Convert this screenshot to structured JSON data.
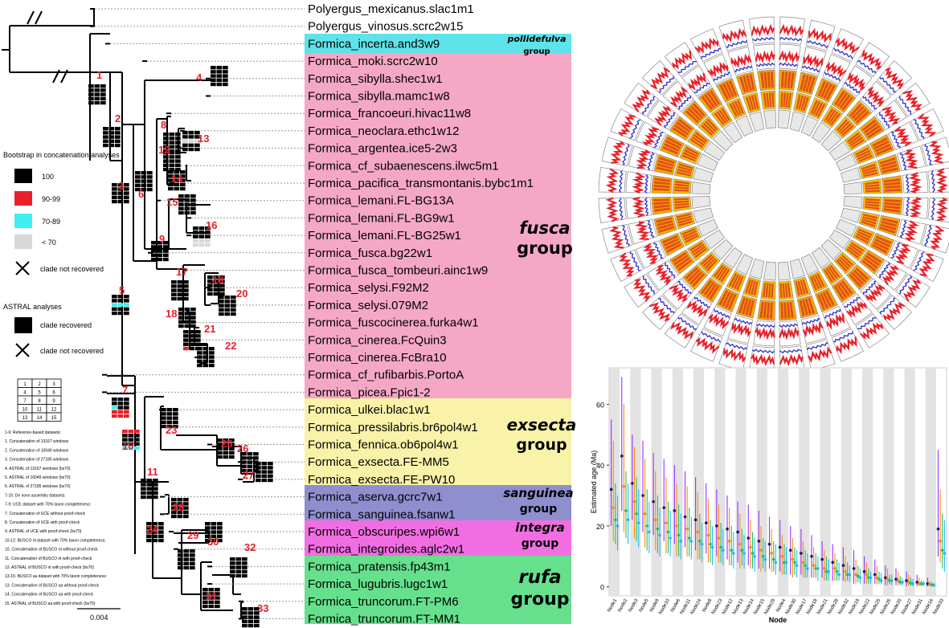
{
  "taxa": [
    "Polyergus_mexicanus.slac1m1",
    "Polyergus_vinosus.scrc2w15",
    "Formica_incerta.and3w9",
    "Formica_moki.scrc2w10",
    "Formica_sibylla.shec1w1",
    "Formica_sibylla.mamc1w8",
    "Formica_francoeuri.hivac11w8",
    "Formica_neoclara.ethc1w12",
    "Formica_argentea.ice5-2w3",
    "Formica_cf_subaenescens.ilwc5m1",
    "Formica_pacifica_transmontanis.bybc1m1",
    "Formica_lemani.FL-BG13A",
    "Formica_lemani.FL-BG9w1",
    "Formica_lemani.FL-BG25w1",
    "Formica_fusca.bg22w1",
    "Formica_fusca_tombeuri.ainc1w9",
    "Formica_selysi.F92M2",
    "Formica_selysi.079M2",
    "Formica_fuscocinerea.furka4w1",
    "Formica_cinerea.FcQuin3",
    "Formica_cinerea.FcBra10",
    "Formica_cf_rufibarbis.PortoA",
    "Formica_picea.Fpic1-2",
    "Formica_ulkei.blac1w1",
    "Formica_pressilabris.br6pol4w1",
    "Formica_fennica.ob6pol4w1",
    "Formica_exsecta.FE-MM5",
    "Formica_exsecta.FE-PW10",
    "Formica_aserva.gcrc7w1",
    "Formica_sanguinea.fsanw1",
    "Formica_obscuripes.wpi6w1",
    "Formica_integroides.aglc2w1",
    "Formica_pratensis.fp43m1",
    "Formica_lugubris.lugc1w1",
    "Formica_truncorum.FT-PM6",
    "Formica_truncorum.FT-MM1"
  ],
  "groups": [
    {
      "name": "pollidefulva",
      "word": "group",
      "color": "#5ee3ea"
    },
    {
      "name": "fusca",
      "word": "group",
      "color": "#f5a8c6"
    },
    {
      "name": "exsecta",
      "word": "group",
      "color": "#f8f3a8"
    },
    {
      "name": "sanguinea",
      "word": "group",
      "color": "#8f8fcf"
    },
    {
      "name": "integra",
      "word": "group",
      "color": "#f16ee2"
    },
    {
      "name": "rufa",
      "word": "group",
      "color": "#66e08c"
    }
  ],
  "node_numbers": [
    "1",
    "2",
    "3",
    "4",
    "5",
    "6",
    "7",
    "8",
    "9",
    "10",
    "11",
    "12",
    "13",
    "14",
    "15",
    "16",
    "17",
    "18",
    "19",
    "20",
    "21",
    "22",
    "23",
    "24",
    "25",
    "26",
    "27",
    "28",
    "29",
    "30",
    "31",
    "32",
    "33"
  ],
  "legend": {
    "bootstrap_title": "Bootstrap in concatenation analyses",
    "bs_items": [
      {
        "label": "100",
        "color": "#000000"
      },
      {
        "label": "90-99",
        "color": "#e8202a"
      },
      {
        "label": "70-89",
        "color": "#3ff0f0"
      },
      {
        "label": "< 70",
        "color": "#d8d8d8"
      }
    ],
    "bs_not_recovered": "clade not recovered",
    "astral_title": "ASTRAL analyses",
    "astral_recovered": "clade recovered",
    "astral_not_recovered": "clade not recovered",
    "grid_key": [
      "1",
      "2",
      "3",
      "4",
      "5",
      "6",
      "7",
      "8",
      "9",
      "10",
      "11",
      "12",
      "13",
      "14",
      "15"
    ],
    "dataset_notes": [
      "1-6: Reference-based datasets:",
      "1. Concatenation of 13167 windows",
      "2. Concatenation of 10049 windows",
      "3. Concatenation of 27185 windows",
      "4. ASTRAL of 13167 windows (bs70)",
      "5. ASTRAL of 10049 windows (bs70)",
      "6. ASTRAL of 27185 windows (bs70)",
      "7-15: De novo assembly datasets:",
      "7-9: UCE dataset with 70% taxon completeness:",
      "7. Concatenation of UCE without proof-check",
      "8. Concatenation of UCE with proof-check",
      "9. ASTRAL of UCE with proof-check (bs70)",
      "10-12: BUSCO nt dataset with 70% taxon completeness:",
      "10. Concatenation of BUSCO nt without proof-check",
      "11. Concatenation of BUSCO nt with proof-check",
      "12. ASTRAL of BUSCO nt with proof-check (bs70)",
      "13-15: BUSCO aa dataset with 70% taxon completeness:",
      "13. Concatenation of BUSCO aa without proof-check",
      "14. Concatenation of BUSCO aa with proof-check",
      "15. ASTRAL of BUSCO aa with proof-check (bs70)"
    ],
    "scale_label": "0.004"
  },
  "age_chart": {
    "ylabel": "Estimated age (Ma)",
    "xlabel": "Node",
    "y_ticks": [
      "0",
      "20",
      "40",
      "60"
    ],
    "nodes": [
      "Node1",
      "Node2",
      "Node3",
      "Node5",
      "Node9",
      "Node10",
      "Node6",
      "Node11",
      "Node24",
      "Node8",
      "Node23",
      "Node12",
      "Node13",
      "Node14",
      "Node15",
      "Node29",
      "Node4",
      "Node30",
      "Node17",
      "Node18",
      "Node21",
      "Node28",
      "Node32",
      "Node19",
      "Node22",
      "Node25",
      "Node26",
      "Node20",
      "Node27",
      "Node31",
      "Node16",
      "Node33"
    ],
    "colors": [
      "#9b30ff",
      "#ff8c00",
      "#1fbf6a",
      "#29b6f6"
    ]
  },
  "chart_data": {
    "type": "scatter",
    "xlabel": "Node",
    "ylabel": "Estimated age (Ma)",
    "ylim": [
      -3,
      72
    ],
    "categories": [
      "Node1",
      "Node2",
      "Node3",
      "Node5",
      "Node9",
      "Node10",
      "Node6",
      "Node11",
      "Node24",
      "Node8",
      "Node23",
      "Node12",
      "Node13",
      "Node14",
      "Node15",
      "Node29",
      "Node4",
      "Node30",
      "Node17",
      "Node18",
      "Node21",
      "Node28",
      "Node32",
      "Node19",
      "Node22",
      "Node25",
      "Node26",
      "Node20",
      "Node27",
      "Node31",
      "Node16",
      "Node33"
    ],
    "series": [
      {
        "values": [
          32,
          43,
          34,
          30,
          28,
          26,
          25,
          23,
          22,
          21,
          20,
          19,
          18,
          16,
          15,
          14,
          13,
          12,
          11,
          10,
          9,
          8,
          7,
          6,
          5,
          4,
          3,
          2.5,
          2,
          1.5,
          1,
          19
        ],
        "lo": [
          20,
          25,
          22,
          18,
          17,
          15,
          14,
          13,
          12,
          11,
          10,
          9,
          8,
          7,
          6,
          6,
          5,
          4,
          4,
          3,
          3,
          2,
          2,
          1,
          1,
          1,
          0.5,
          0.5,
          0.2,
          0.2,
          0.1,
          10
        ],
        "hi": [
          55,
          69,
          50,
          48,
          44,
          42,
          40,
          38,
          36,
          34,
          32,
          30,
          28,
          27,
          25,
          23,
          22,
          20,
          19,
          17,
          15,
          14,
          13,
          12,
          10,
          9,
          7,
          6,
          5,
          4,
          3,
          45
        ]
      },
      {
        "values": [
          26,
          33,
          28,
          24,
          22,
          21,
          20,
          19,
          18,
          17,
          16,
          15,
          14,
          13,
          12,
          11,
          10,
          9,
          8,
          7,
          6,
          6,
          5,
          4,
          4,
          3,
          2.5,
          2,
          1.5,
          1,
          0.8,
          15
        ],
        "lo": [
          15,
          18,
          16,
          13,
          12,
          11,
          10,
          10,
          9,
          8,
          8,
          7,
          6,
          6,
          5,
          5,
          4,
          3,
          3,
          3,
          2,
          2,
          1.5,
          1,
          1,
          0.8,
          0.5,
          0.4,
          0.2,
          0.2,
          0.1,
          8
        ],
        "hi": [
          48,
          60,
          46,
          42,
          38,
          36,
          34,
          33,
          31,
          29,
          27,
          26,
          24,
          22,
          20,
          19,
          17,
          16,
          15,
          13,
          12,
          11,
          10,
          9,
          8,
          7,
          6,
          5,
          4,
          3,
          2,
          32
        ]
      },
      {
        "values": [
          22,
          25,
          24,
          20,
          19,
          18,
          17,
          16,
          15,
          14,
          13,
          12,
          12,
          11,
          10,
          9,
          8,
          8,
          7,
          6,
          5,
          5,
          4,
          3.5,
          3,
          2.5,
          2,
          1.5,
          1.2,
          1,
          0.6,
          12
        ],
        "lo": [
          14,
          16,
          15,
          12,
          11,
          11,
          10,
          10,
          9,
          8,
          8,
          7,
          7,
          6,
          6,
          5,
          4,
          4,
          3,
          3,
          2,
          2,
          2,
          1.5,
          1,
          1,
          0.8,
          0.5,
          0.3,
          0.2,
          0.1,
          6
        ],
        "hi": [
          34,
          38,
          36,
          32,
          30,
          28,
          27,
          26,
          24,
          22,
          21,
          20,
          19,
          18,
          16,
          15,
          14,
          13,
          12,
          11,
          10,
          9,
          8,
          7,
          6,
          5,
          4,
          3.5,
          3,
          2,
          1.5,
          24
        ]
      },
      {
        "values": [
          20,
          22,
          21,
          18,
          17,
          16,
          15,
          15,
          14,
          13,
          12,
          11,
          11,
          10,
          9,
          8,
          8,
          7,
          6,
          6,
          5,
          4,
          4,
          3,
          3,
          2,
          2,
          1.5,
          1,
          1,
          0.5,
          11
        ],
        "lo": [
          12,
          14,
          13,
          11,
          10,
          10,
          9,
          9,
          8,
          7,
          7,
          6,
          6,
          5,
          5,
          4,
          4,
          3,
          3,
          2,
          2,
          2,
          1.5,
          1,
          1,
          0.8,
          0.5,
          0.4,
          0.2,
          0.2,
          0.1,
          5
        ],
        "hi": [
          30,
          34,
          32,
          28,
          26,
          25,
          24,
          23,
          21,
          20,
          19,
          18,
          17,
          16,
          15,
          14,
          13,
          12,
          11,
          10,
          9,
          8,
          7,
          6,
          5,
          4.5,
          4,
          3,
          2.5,
          2,
          1.2,
          22
        ]
      }
    ]
  }
}
